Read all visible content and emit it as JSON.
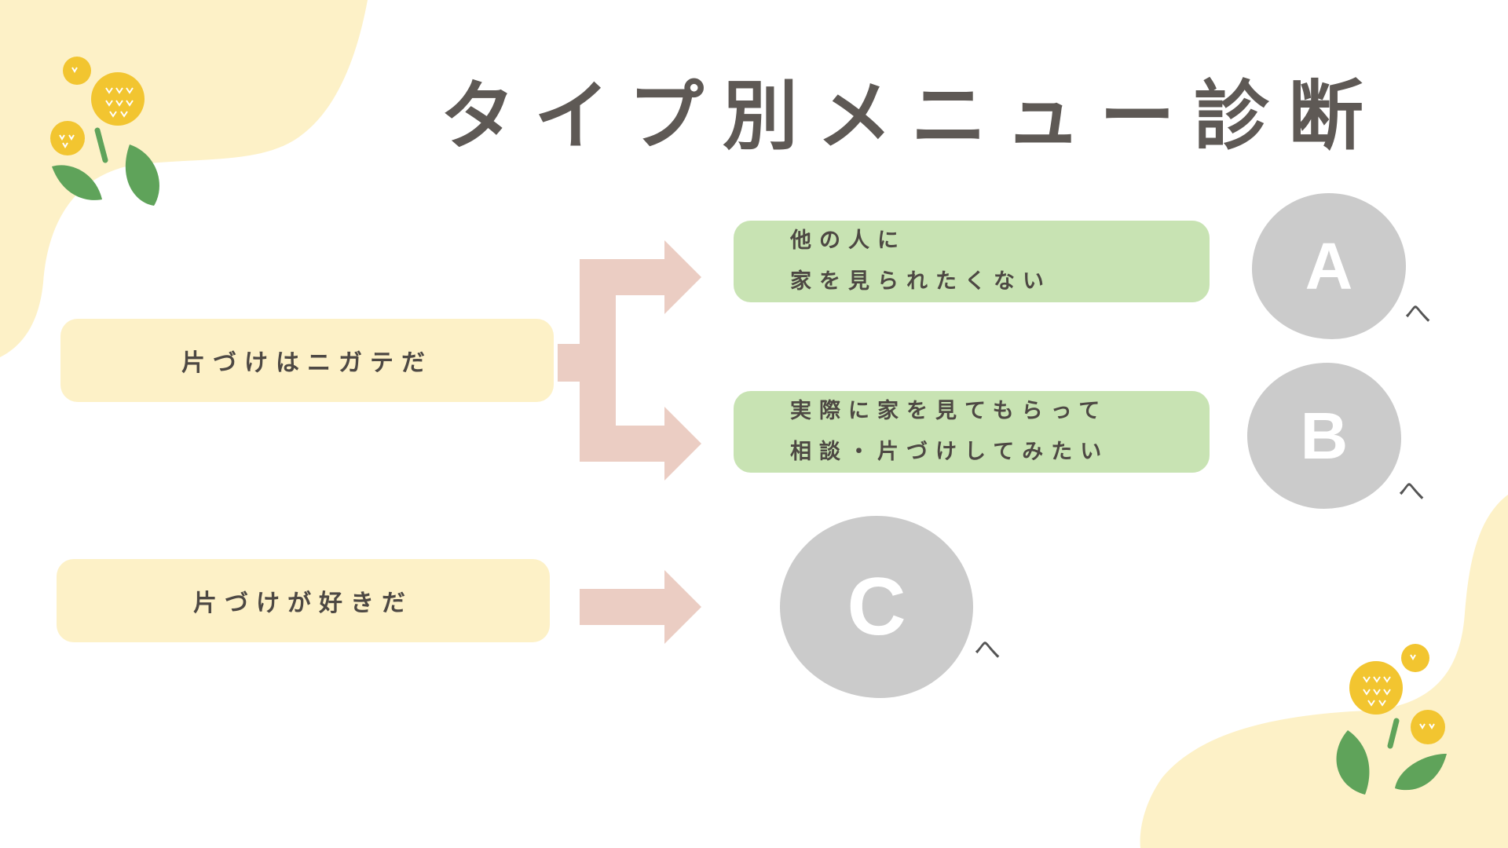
{
  "title": "タイプ別メニュー診断",
  "colors": {
    "background": "#ffffff",
    "blob": "#fdf1c7",
    "arrow": "#ebcdc3",
    "condition_box": "#fdf1c7",
    "choice_box": "#c8e3b3",
    "circle": "#cbcbcb",
    "flower": "#f2c530",
    "leaf": "#5fa35a",
    "title_text": "#5e5955"
  },
  "conditions": [
    {
      "label": "片づけはニガテだ"
    },
    {
      "label": "片づけが好きだ"
    }
  ],
  "choices": [
    {
      "line1": "他の人に",
      "line2": "家を見られたくない"
    },
    {
      "line1": "実際に家を見てもらって",
      "line2": "相談・片づけしてみたい"
    }
  ],
  "results": [
    {
      "letter": "A",
      "suffix": "へ"
    },
    {
      "letter": "B",
      "suffix": "へ"
    },
    {
      "letter": "C",
      "suffix": "へ"
    }
  ],
  "decorations": [
    "dandelion-icon",
    "leaf-icon"
  ]
}
